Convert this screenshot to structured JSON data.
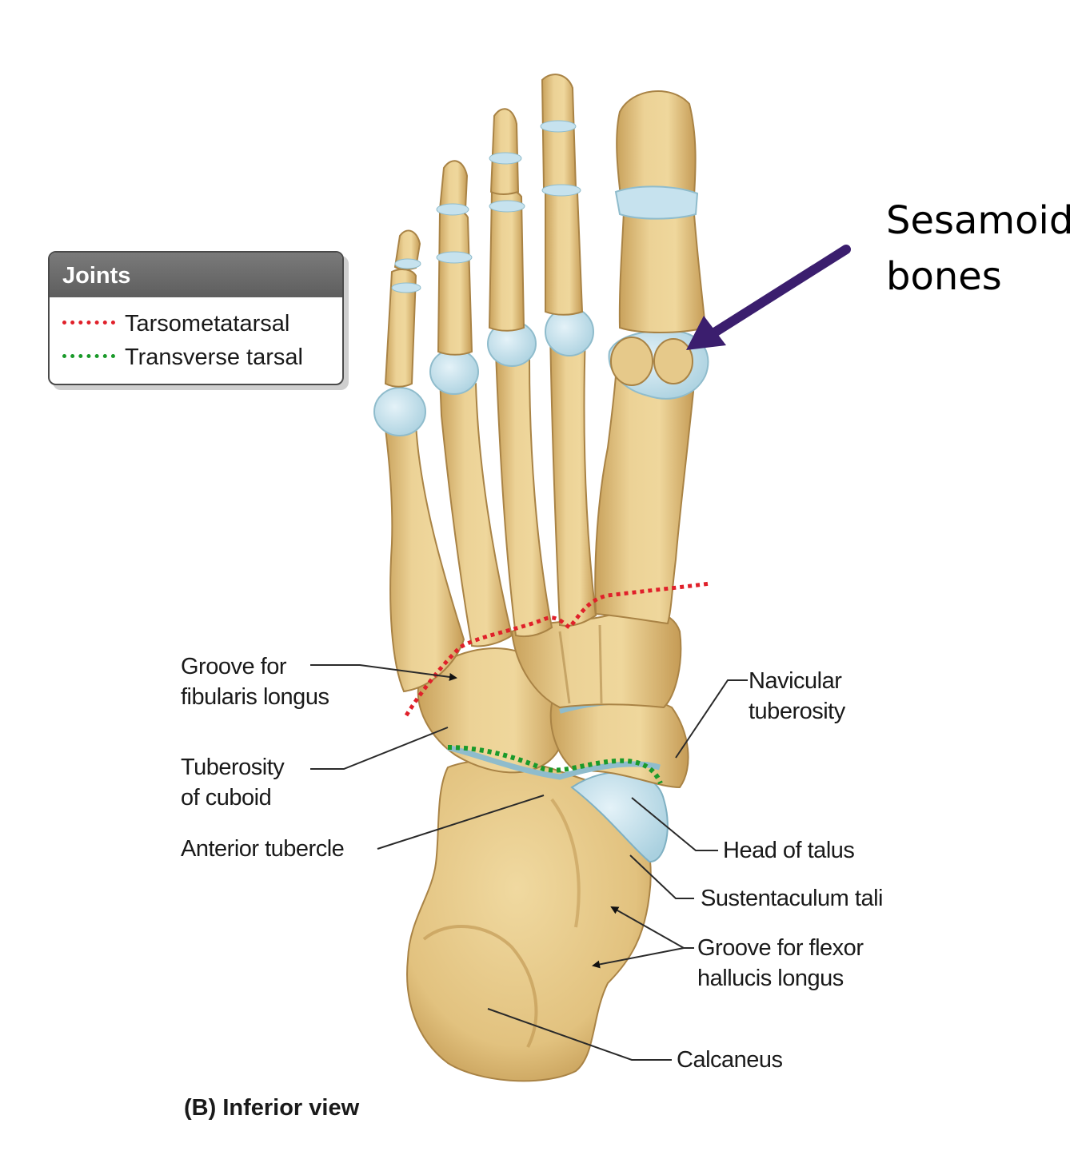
{
  "legend": {
    "title": "Joints",
    "items": [
      {
        "label": "Tarsometatarsal",
        "color": "#e0202a"
      },
      {
        "label": "Transverse tarsal",
        "color": "#1a9a2a"
      }
    ]
  },
  "callout": {
    "line1": "Sesamoid",
    "line2": "bones",
    "arrow_color": "#3b1e6e"
  },
  "labels": {
    "groove_fibularis": [
      "Groove for",
      "fibularis longus"
    ],
    "tuberosity_cuboid": [
      "Tuberosity",
      "of cuboid"
    ],
    "anterior_tubercle": "Anterior tubercle",
    "navicular_tuberosity": [
      "Navicular",
      "tuberosity"
    ],
    "head_talus": "Head of talus",
    "sustentaculum": "Sustentaculum tali",
    "groove_flexor": [
      "Groove for flexor",
      "hallucis longus"
    ],
    "calcaneus": "Calcaneus"
  },
  "caption": "(B) Inferior view",
  "colors": {
    "bone": "#e9cd8e",
    "bone_shadow": "#c9a25c",
    "cartilage": "#c6e2ee",
    "cartilage_edge": "#8fbccc"
  }
}
